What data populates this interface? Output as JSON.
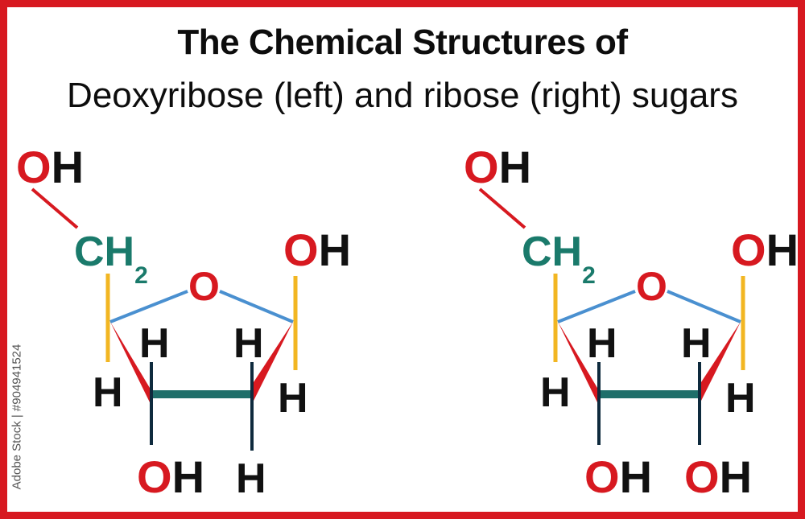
{
  "title": {
    "line1": "The Chemical Structures of",
    "line2": "Deoxyribose (left) and ribose (right) sugars"
  },
  "atoms": {
    "oxygen": "O",
    "hydrogen": "H",
    "methylene": "CH",
    "subscript_2": "2"
  },
  "watermark": "Adobe Stock | #904941524",
  "colors": {
    "border": "#d71920",
    "oxygen": "#d71920",
    "hydrogen": "#111111",
    "ch2": "#1a7a6b",
    "ring_oxygen_bond": "#4a90d0",
    "ch2_bond": "#f2b622",
    "c2_c3_bond": "#1f6f6a",
    "down_bond": "#0e2a3d",
    "wedge": "#d71920"
  },
  "molecules": {
    "deoxyribose": {
      "c1_up": "OH",
      "c2_down": "H",
      "c3_down": "OH",
      "c5_top": "OH"
    },
    "ribose": {
      "c1_up": "OH",
      "c2_down": "OH",
      "c3_down": "OH",
      "c5_top": "OH"
    }
  }
}
